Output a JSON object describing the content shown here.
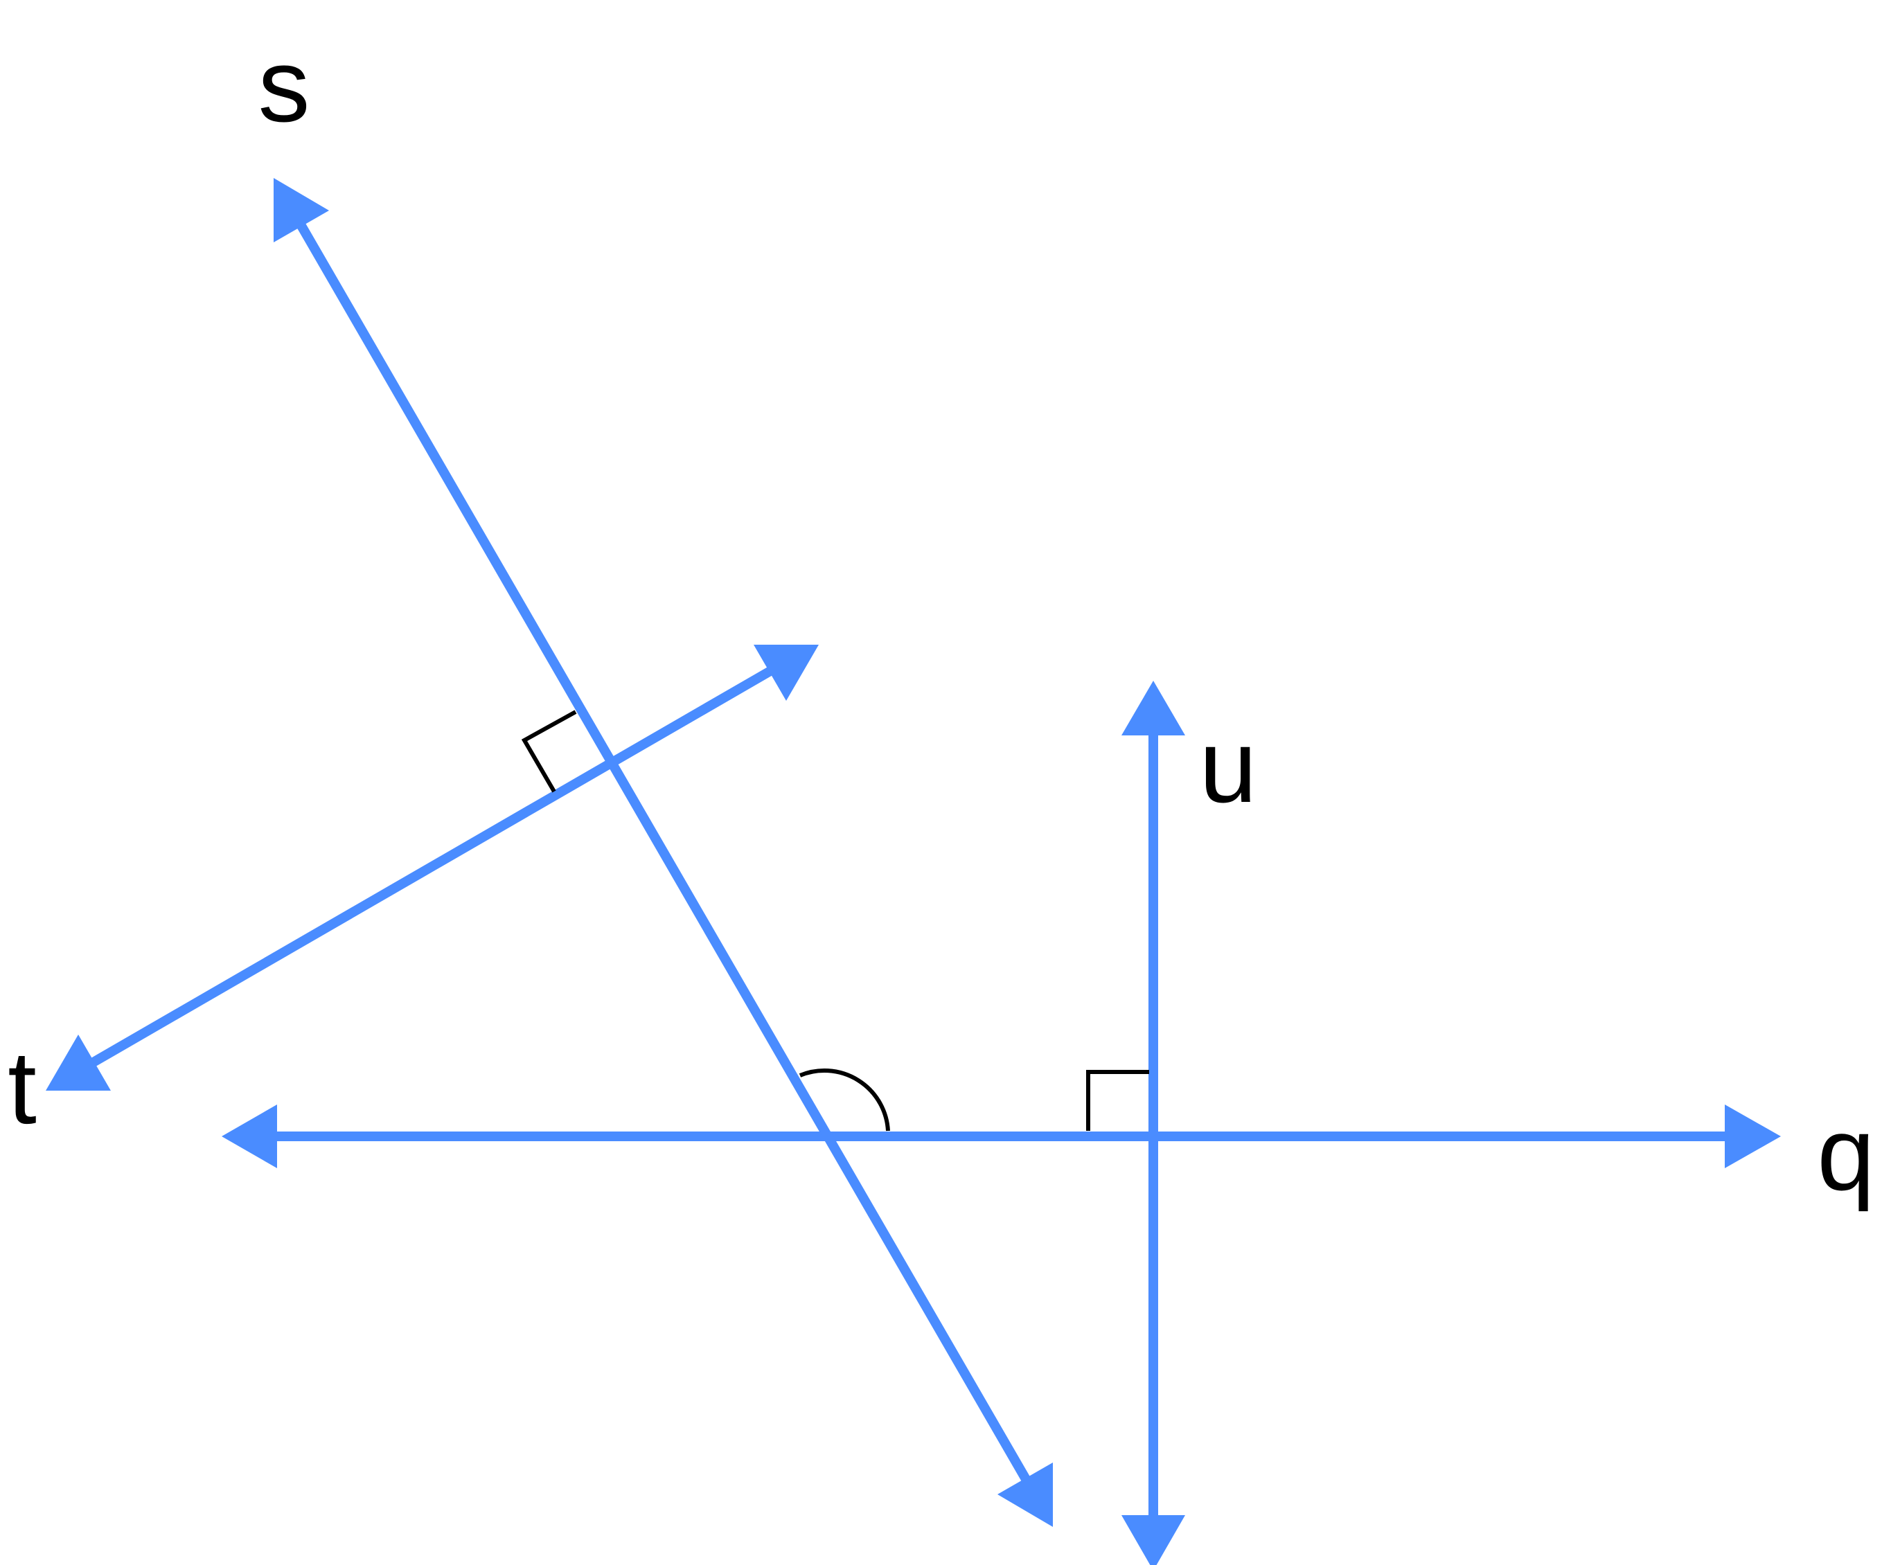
{
  "lines": [
    {
      "id": "q",
      "label": "q"
    },
    {
      "id": "s",
      "label": "s"
    },
    {
      "id": "t",
      "label": "t"
    },
    {
      "id": "u",
      "label": "u"
    }
  ],
  "angle_marks": [
    {
      "id": "q-u",
      "type": "right-angle"
    },
    {
      "id": "s-t",
      "type": "right-angle"
    },
    {
      "id": "s-q",
      "type": "arc"
    }
  ],
  "colors": {
    "line": "#4a8cff",
    "mark": "#000000",
    "label": "#000000",
    "background": "#ffffff"
  }
}
